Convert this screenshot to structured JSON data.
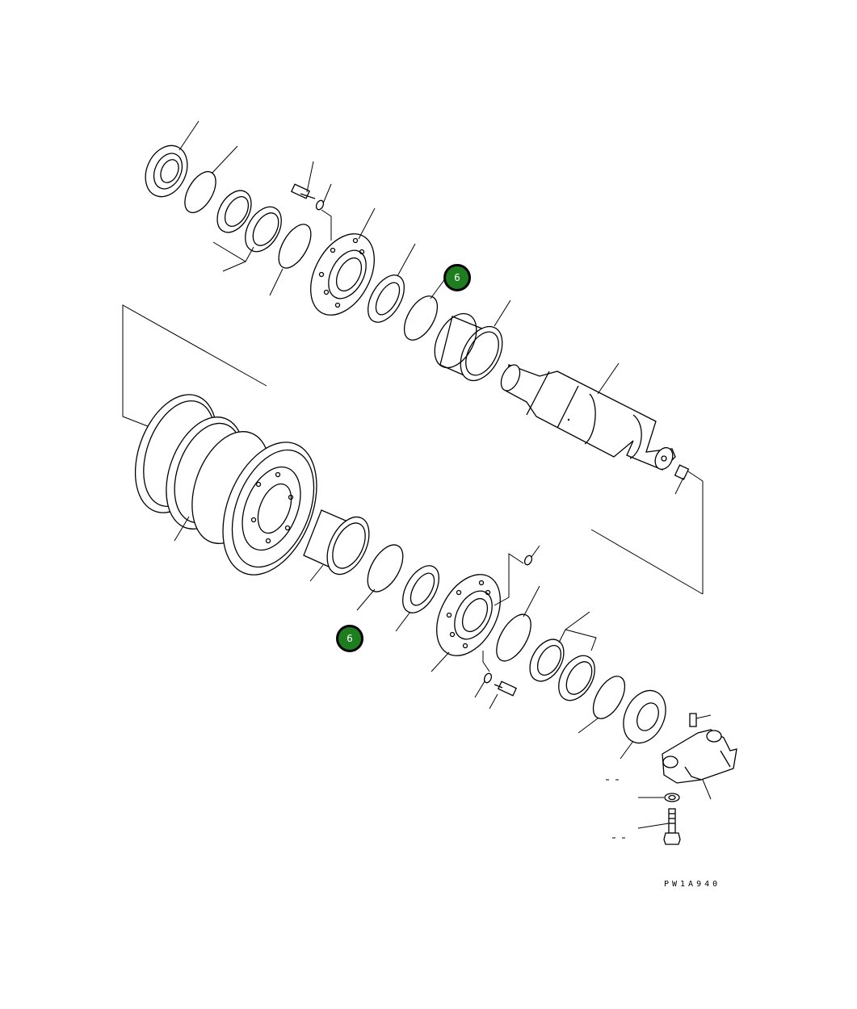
{
  "diagram": {
    "drawing_code": "PW1A940",
    "callout_color": "#1e7d1e",
    "callouts": [
      {
        "label": "6"
      },
      {
        "label": "6"
      }
    ]
  }
}
